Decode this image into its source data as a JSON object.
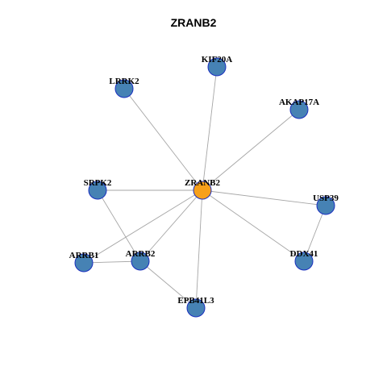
{
  "title": "ZRANB2",
  "colors": {
    "hub": "#f7a01a",
    "node": "#4682b4",
    "node_border": "#1a2fbf",
    "edge": "#a6a6a6"
  },
  "nodes": [
    {
      "id": "ZRANB2",
      "label": "ZRANB2",
      "hub": true
    },
    {
      "id": "KIF20A",
      "label": "KIF20A",
      "hub": false
    },
    {
      "id": "LRRK2",
      "label": "LRRK2",
      "hub": false
    },
    {
      "id": "AKAP17A",
      "label": "AKAP17A",
      "hub": false
    },
    {
      "id": "SRPK2",
      "label": "SRPK2",
      "hub": false
    },
    {
      "id": "USP39",
      "label": "USP39",
      "hub": false
    },
    {
      "id": "ARRB1",
      "label": "ARRB1",
      "hub": false
    },
    {
      "id": "ARRB2",
      "label": "ARRB2",
      "hub": false
    },
    {
      "id": "DDX41",
      "label": "DDX41",
      "hub": false
    },
    {
      "id": "EPB41L3",
      "label": "EPB41L3",
      "hub": false
    }
  ],
  "edges": [
    [
      "ZRANB2",
      "KIF20A"
    ],
    [
      "ZRANB2",
      "LRRK2"
    ],
    [
      "ZRANB2",
      "AKAP17A"
    ],
    [
      "ZRANB2",
      "SRPK2"
    ],
    [
      "ZRANB2",
      "USP39"
    ],
    [
      "ZRANB2",
      "ARRB1"
    ],
    [
      "ZRANB2",
      "ARRB2"
    ],
    [
      "ZRANB2",
      "DDX41"
    ],
    [
      "ZRANB2",
      "EPB41L3"
    ],
    [
      "SRPK2",
      "ARRB2"
    ],
    [
      "ARRB1",
      "ARRB2"
    ],
    [
      "ARRB2",
      "EPB41L3"
    ],
    [
      "USP39",
      "DDX41"
    ]
  ]
}
